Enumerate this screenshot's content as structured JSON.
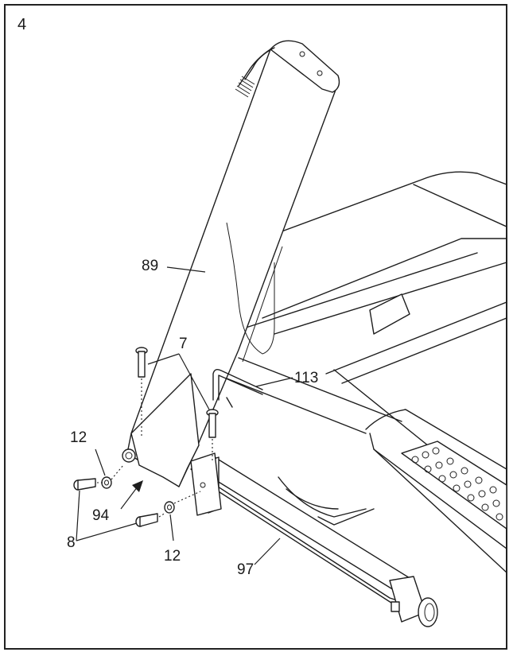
{
  "step_number": "4",
  "part_labels": {
    "upright": "89",
    "screw_top": "7",
    "key_tool": "113",
    "washer_left": "12",
    "washer_bottom": "12",
    "bolt": "8",
    "upright_cover": "94",
    "base_frame": "97"
  }
}
